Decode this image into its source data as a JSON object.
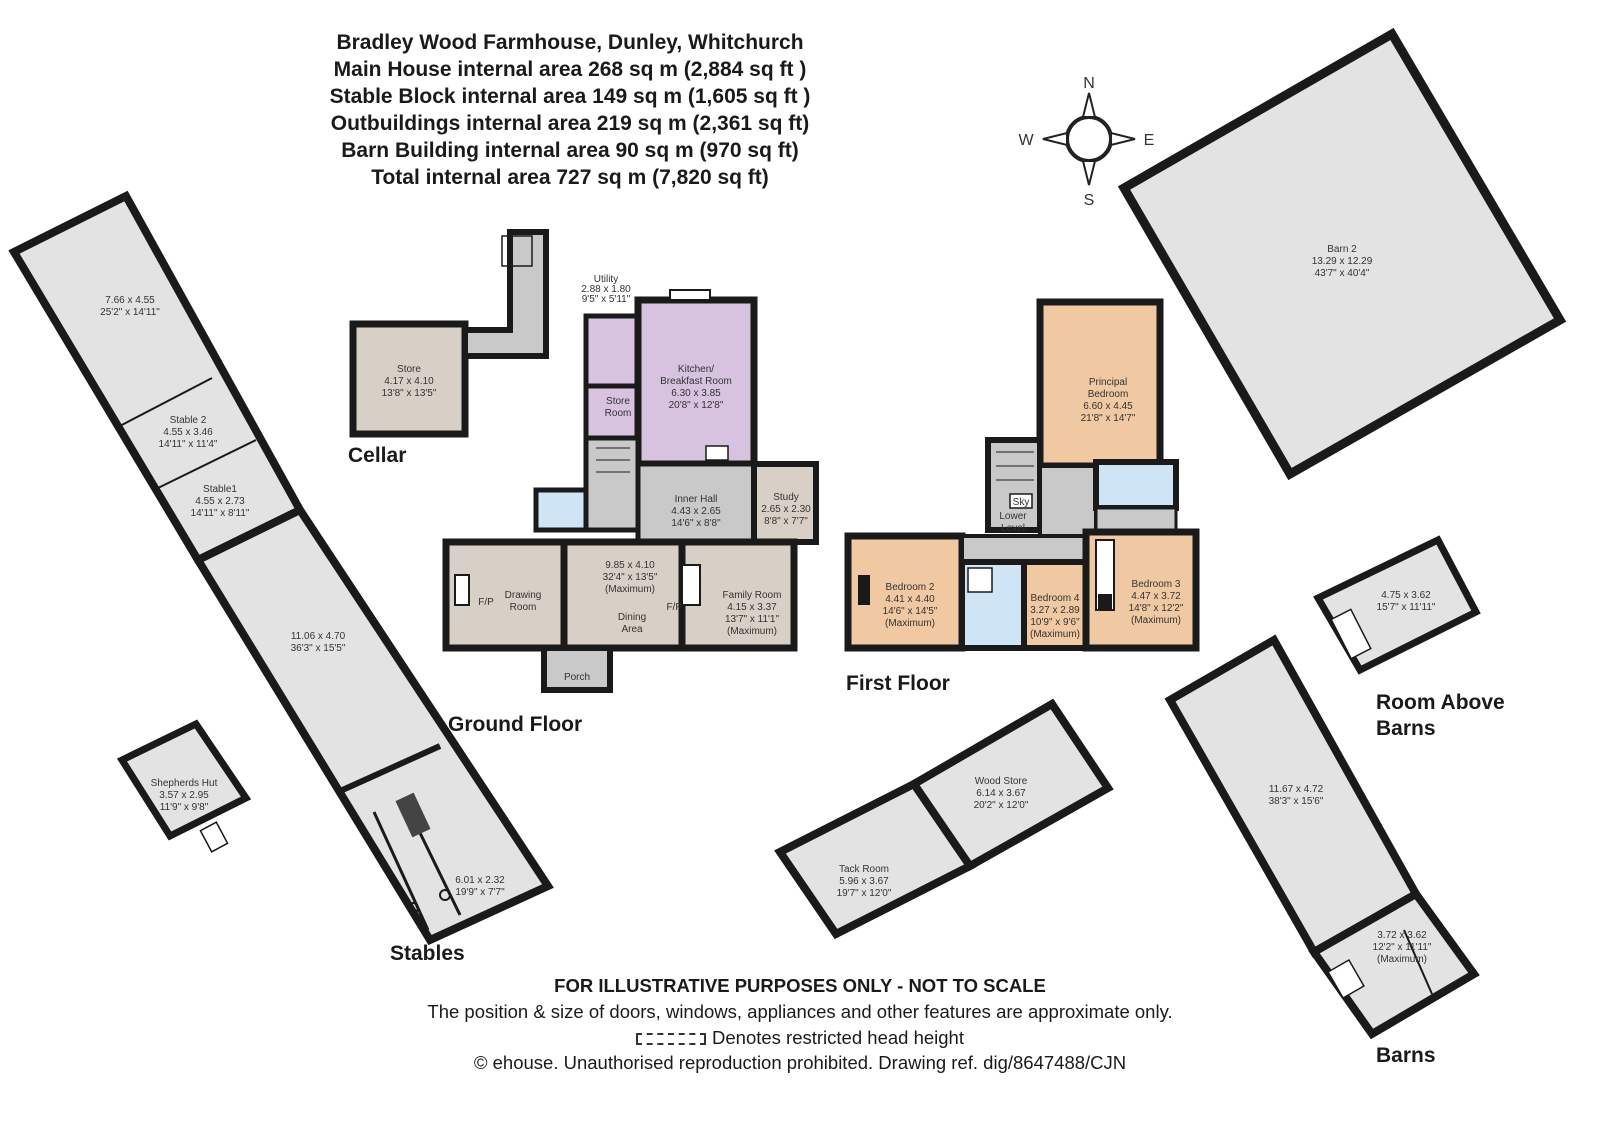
{
  "header": {
    "title": "Bradley Wood Farmhouse, Dunley, Whitchurch",
    "line1": "Main House internal area 268 sq m (2,884 sq ft )",
    "line2": "Stable Block internal area 149 sq m (1,605 sq ft )",
    "line3": "Outbuildings internal area 219 sq m (2,361 sq ft)",
    "line4": "Barn Building internal area 90 sq m (970 sq ft)",
    "line5": "Total internal area 727 sq m (7,820 sq ft)"
  },
  "compass": {
    "n": "N",
    "s": "S",
    "e": "E",
    "w": "W"
  },
  "floors": {
    "cellar": "Cellar",
    "ground": "Ground Floor",
    "first": "First Floor",
    "stables": "Stables",
    "room_above": "Room Above",
    "barns_a": "Barns",
    "barns_b": "Barns"
  },
  "rooms": {
    "stable_top": {
      "d1": "7.66 x 4.55",
      "d2": "25'2\" x 14'11\""
    },
    "stable2": {
      "name": "Stable 2",
      "d1": "4.55 x 3.46",
      "d2": "14'11\" x 11'4\""
    },
    "stable1": {
      "name": "Stable1",
      "d1": "4.55 x 2.73",
      "d2": "14'11\" x 8'11\""
    },
    "stable_big": {
      "d1": "11.06 x 4.70",
      "d2": "36'3\" x 15'5\""
    },
    "stable_wc": {
      "d1": "6.01 x 2.32",
      "d2": "19'9\" x 7'7\""
    },
    "shepherds": {
      "name": "Shepherds Hut",
      "d1": "3.57 x 2.95",
      "d2": "11'9\" x 9'8\""
    },
    "store": {
      "name": "Store",
      "d1": "4.17 x 4.10",
      "d2": "13'8\" x 13'5\""
    },
    "utility": {
      "name": "Utility",
      "d1": "2.88 x 1.80",
      "d2": "9'5\" x 5'11\""
    },
    "kitchen": {
      "name1": "Kitchen/",
      "name2": "Breakfast Room",
      "d1": "6.30 x 3.85",
      "d2": "20'8\" x 12'8\""
    },
    "store_room": {
      "name1": "Store",
      "name2": "Room"
    },
    "inner_hall": {
      "name": "Inner Hall",
      "d1": "4.43 x 2.65",
      "d2": "14'6\" x 8'8\""
    },
    "study": {
      "name": "Study",
      "d1": "2.65 x 2.30",
      "d2": "8'8\" x 7'7\""
    },
    "drawing": {
      "name1": "Drawing",
      "name2": "Room",
      "fp": "F/P"
    },
    "dining": {
      "d1": "9.85 x 4.10",
      "d2": "32'4\" x 13'5\"",
      "d3": "(Maximum)",
      "name1": "Dining",
      "name2": "Area",
      "fp": "F/P"
    },
    "family": {
      "name": "Family Room",
      "d1": "4.15 x 3.37",
      "d2": "13'7\" x 11'1\"",
      "d3": "(Maximum)"
    },
    "porch": {
      "name": "Porch"
    },
    "principal": {
      "name1": "Principal",
      "name2": "Bedroom",
      "d1": "6.60 x 4.45",
      "d2": "21'8\" x 14'7\""
    },
    "bed2": {
      "name": "Bedroom 2",
      "d1": "4.41 x 4.40",
      "d2": "14'6\" x 14'5\"",
      "d3": "(Maximum)"
    },
    "bed3": {
      "name": "Bedroom 3",
      "d1": "4.47 x 3.72",
      "d2": "14'8\" x 12'2\"",
      "d3": "(Maximum)"
    },
    "bed4": {
      "name": "Bedroom 4",
      "d1": "3.27 x 2.89",
      "d2": "10'9\" x 9'6\"",
      "d3": "(Maximum)"
    },
    "sky": {
      "name": "Sky"
    },
    "lower": {
      "name1": "Lower",
      "name2": "Level"
    },
    "barn2": {
      "name": "Barn 2",
      "d1": "13.29 x 12.29",
      "d2": "43'7\" x 40'4\""
    },
    "room_above": {
      "d1": "4.75 x 3.62",
      "d2": "15'7\" x 11'11\""
    },
    "barn_big": {
      "d1": "11.67 x 4.72",
      "d2": "38'3\" x 15'6\""
    },
    "barn_small": {
      "d1": "3.72 x 3.62",
      "d2": "12'2\" x 11'11\"",
      "d3": "(Maximum)"
    },
    "wood_store": {
      "name": "Wood Store",
      "d1": "6.14 x 3.67",
      "d2": "20'2\" x 12'0\""
    },
    "tack_room": {
      "name": "Tack Room",
      "d1": "5.96 x 3.67",
      "d2": "19'7\" x 12'0\""
    }
  },
  "footer": {
    "disclaimer": "FOR ILLUSTRATIVE PURPOSES ONLY - NOT TO SCALE",
    "note": "The position & size of doors, windows, appliances and other features are approximate only.",
    "legend": "Denotes restricted head height",
    "copyright": "© ehouse. Unauthorised reproduction prohibited. Drawing ref. dig/8647488/CJN"
  },
  "colors": {
    "wall": "#1a1a1a",
    "grey_room": "#e3e3e3",
    "hall_grey": "#c9c9c9",
    "kitchen_purple": "#d7c3e0",
    "reception_beige": "#d8d0c6",
    "bedroom_peach": "#f0c9a3",
    "bath_blue": "#cfe4f4"
  }
}
